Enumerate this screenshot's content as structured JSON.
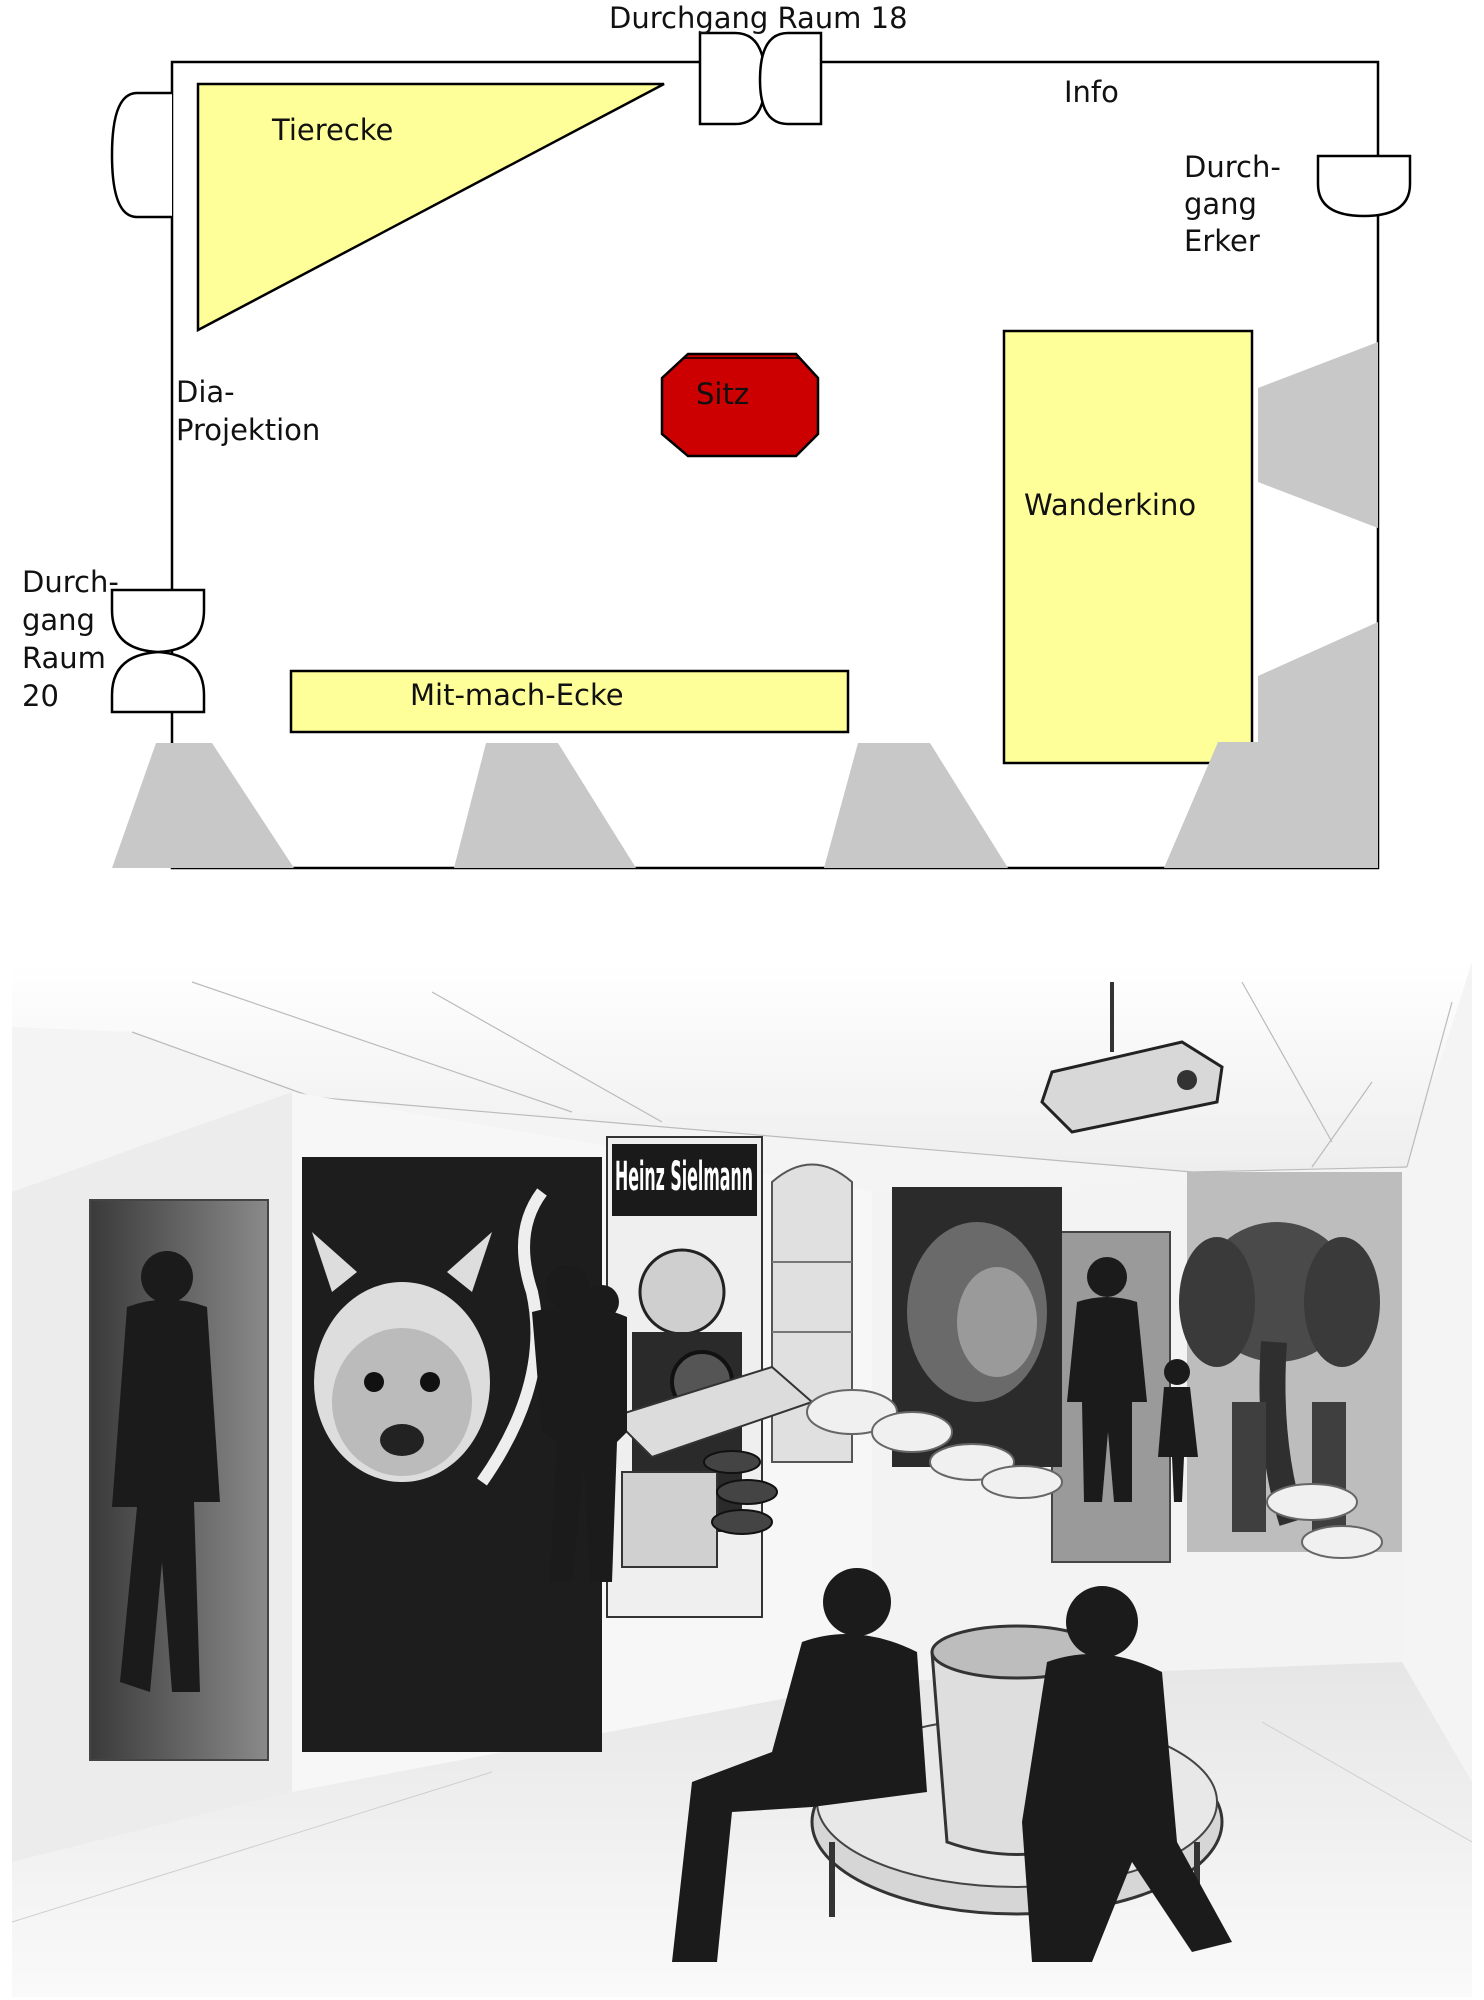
{
  "floor_plan": {
    "doorways": {
      "raum18": "Durchgang Raum 18",
      "erker": [
        "Durch-",
        "gang",
        "Erker"
      ],
      "raum20": [
        "Durch-",
        "gang",
        "Raum",
        "20"
      ]
    },
    "info": "Info",
    "dia_projektion": [
      "Dia-",
      "Projektion"
    ],
    "areas": {
      "tierecke": "Tierecke",
      "sitz": "Sitz",
      "wanderkino": "Wanderkino",
      "mit_mach_ecke": "Mit-mach-Ecke"
    },
    "colors": {
      "area_fill": "#ffff99",
      "seat_fill": "#cc0000",
      "window_fill": "#c8c8c8",
      "wall": "#000000"
    }
  },
  "illustration": {
    "poster_text": "Heinz Sielmann"
  }
}
